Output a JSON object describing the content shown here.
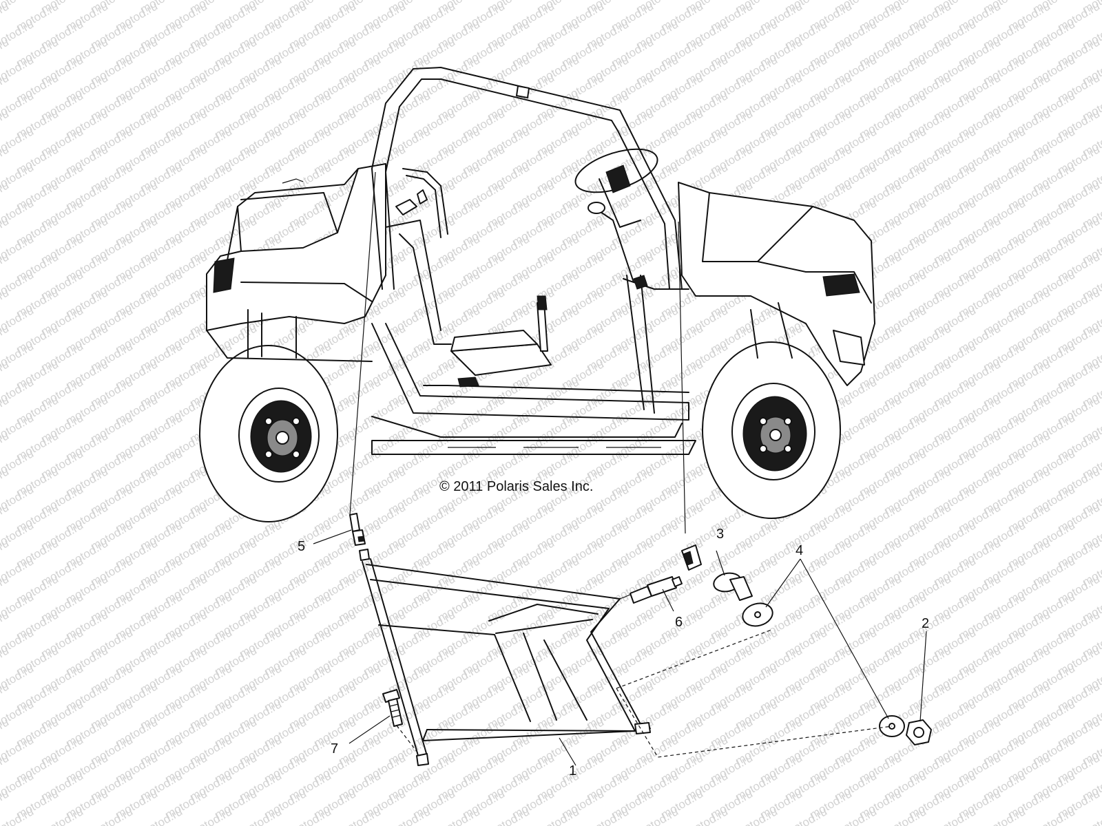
{
  "diagram": {
    "copyright": "© 2011 Polaris Sales Inc.",
    "watermark": "motod.ru",
    "callouts": [
      {
        "id": "1",
        "label": "1"
      },
      {
        "id": "2",
        "label": "2"
      },
      {
        "id": "3",
        "label": "3"
      },
      {
        "id": "4",
        "label": "4"
      },
      {
        "id": "5",
        "label": "5"
      },
      {
        "id": "6",
        "label": "6"
      },
      {
        "id": "7",
        "label": "7"
      }
    ]
  }
}
